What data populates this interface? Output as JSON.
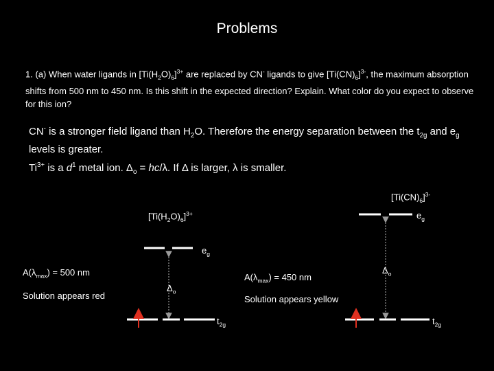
{
  "slide": {
    "title": "Problems"
  },
  "question": {
    "p1": "1. (a) When water ligands in [Ti(H",
    "p2": "2",
    "p3": "O)",
    "p4": "6",
    "p5": "]",
    "p6": "3+",
    "p7": " are replaced by CN",
    "p8": "-",
    "p9": " ligands to give [Ti(CN)",
    "p10": "6",
    "p11": "]",
    "p12": "3-",
    "p13": ", the maximum absorption shifts from 500 nm to 450 nm. Is this shift in the expected direction? Explain. What color do you expect to observe for this ion?"
  },
  "answer1": {
    "p1": "CN",
    "p2": "-",
    "p3": " is a stronger field ligand than H",
    "p4": "2",
    "p5": "O. Therefore the energy separation between the t",
    "p6": "2g",
    "p7": " and e",
    "p8": "g",
    "p9": " levels is greater."
  },
  "answer2": {
    "p1": "Ti",
    "p2": "3+",
    "p3": " is a ",
    "p4": "d",
    "p5": "1",
    "p6": " metal ion. ",
    "p7": "Δ",
    "p8": "o",
    "p9": " = ",
    "p10": "hc",
    "p11": "/",
    "p12": "λ",
    "p13": ". If ",
    "p14": "Δ",
    "p15": " is larger, ",
    "p16": "λ",
    "p17": " is smaller."
  },
  "diagram_left": {
    "complex_a": "[Ti(H",
    "complex_b": "2",
    "complex_c": "O)",
    "complex_d": "6",
    "complex_e": "]",
    "complex_f": "3+",
    "eg_a": "e",
    "eg_b": "g",
    "abs_a": "A(",
    "abs_b": "λ",
    "abs_c": "max",
    "abs_d": ") = 500 nm",
    "solution": "Solution appears red",
    "delta_a": "Δ",
    "delta_b": "o",
    "t2g_a": "t",
    "t2g_b": "2g"
  },
  "diagram_right": {
    "complex_a": "[Ti(CN)",
    "complex_b": "6",
    "complex_c": "]",
    "complex_d": "3-",
    "eg_a": "e",
    "eg_b": "g",
    "abs_a": "A(",
    "abs_b": "λ",
    "abs_c": "max",
    "abs_d": ") = 450 nm",
    "solution": "Solution appears yellow",
    "delta_a": "Δ",
    "delta_b": "o",
    "t2g_a": "t",
    "t2g_b": "2g"
  },
  "colors": {
    "background": "#000000",
    "text": "#ffffff",
    "electron_arrow": "#e03020",
    "gap_line": "#9a9a9a"
  }
}
